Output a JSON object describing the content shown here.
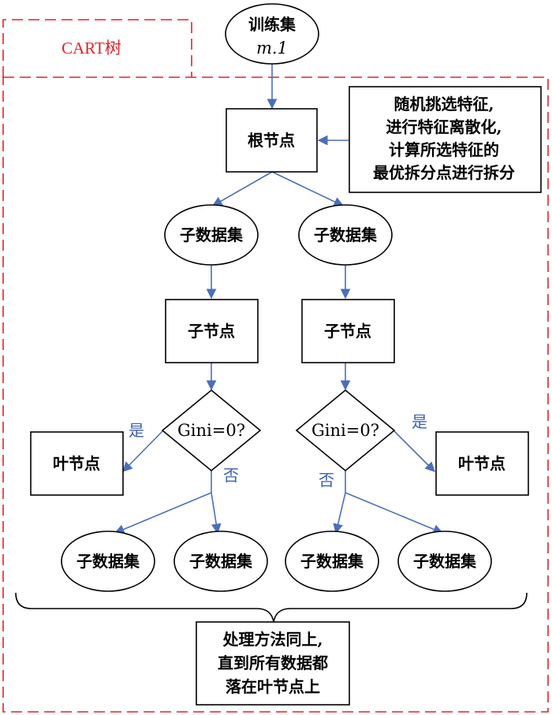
{
  "title": "CART树",
  "colors": {
    "accent": "#e0242a",
    "arrow": "#4a6fba",
    "label": "#3c5fb0"
  },
  "nodes": {
    "training_set": [
      "训练集",
      "m.1"
    ],
    "root": "根节点",
    "root_note": [
      "随机挑选特征,",
      "进行特征离散化,",
      "计算所选特征的",
      "最优拆分点进行拆分"
    ],
    "sub_dataset_left": "子数据集",
    "sub_dataset_right": "子数据集",
    "child_left": "子节点",
    "child_right": "子节点",
    "decision_left": "Gini=0?",
    "decision_right": "Gini=0?",
    "leaf_left": "叶节点",
    "leaf_right": "叶节点",
    "bottom_ll": "子数据集",
    "bottom_lr": "子数据集",
    "bottom_rl": "子数据集",
    "bottom_rr": "子数据集",
    "final_note": [
      "处理方法同上,",
      "直到所有数据都",
      "落在叶节点上"
    ]
  },
  "edge_labels": {
    "yes_left": "是",
    "no_left": "否",
    "yes_right": "是",
    "no_right": "否"
  }
}
